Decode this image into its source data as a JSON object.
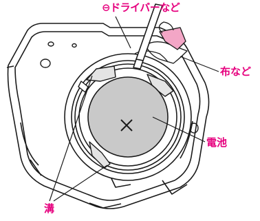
{
  "labels": {
    "screwdriver": "⊖ドライバーなど",
    "cloth": "布など",
    "battery": "電池",
    "groove": "溝"
  },
  "colors": {
    "label_accent": "#e6007e",
    "line": "#1a1a1a",
    "battery_fill": "#c9c9c9",
    "cloth_fill": "#f3a6c6"
  }
}
